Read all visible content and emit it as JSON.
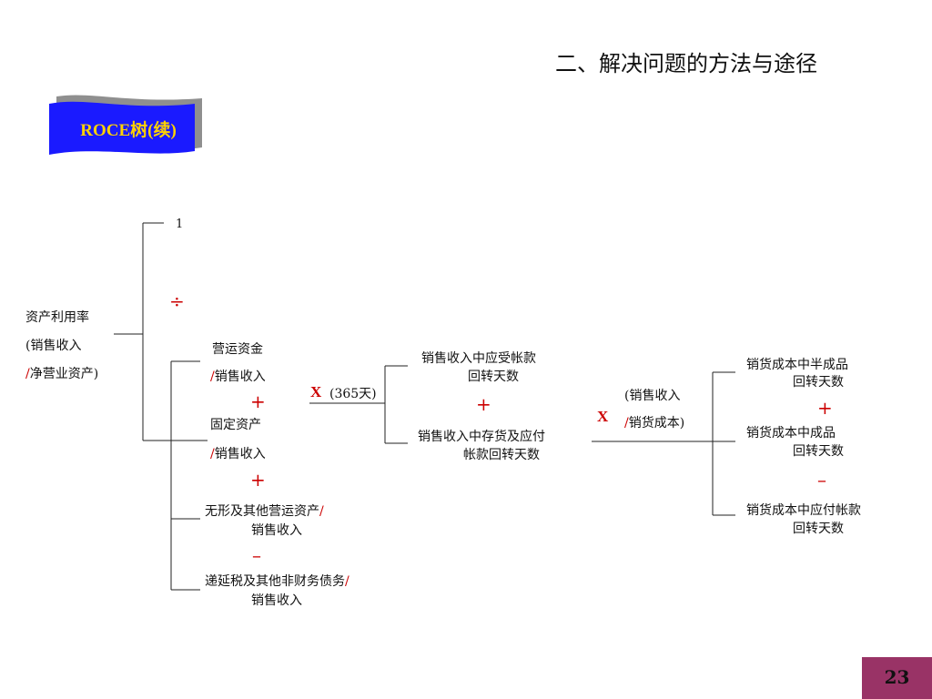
{
  "header": {
    "title": "二、解决问题的方法与途径"
  },
  "banner": {
    "label": "ROCE树(续)"
  },
  "tree": {
    "root": {
      "line1": "资产利用率",
      "line2": "(销售收入",
      "line3_slash": "/",
      "line3": "净营业资产)"
    },
    "top_value": "1",
    "divide_op": "÷",
    "wc": {
      "line1": "营运资金",
      "slash": "/",
      "line2": "销售收入"
    },
    "fa": {
      "line1": "固定资产",
      "slash": "/",
      "line2": "销售收入"
    },
    "intangible": {
      "line1": "无形及其他营运资产",
      "slash": "/",
      "line2": "销售收入"
    },
    "deferred": {
      "line1": "递延税及其他非财务债务",
      "slash": "/",
      "line2": "销售收入"
    },
    "plus": "+",
    "minus": "–",
    "times": "X",
    "days365": "(365天)",
    "ar": {
      "line1": "销售收入中应受帐款",
      "line2": "回转天数"
    },
    "inv_ap": {
      "line1": "销售收入中存货及应付",
      "line2": "帐款回转天数"
    },
    "ratio": {
      "line1": "(销售收入",
      "slash": "/",
      "line2": "销货成本)"
    },
    "wip": {
      "line1": "销货成本中半成品",
      "line2": "回转天数"
    },
    "fg": {
      "line1": "销货成本中成品",
      "line2": "回转天数"
    },
    "ap": {
      "line1": "销货成本中应付帐款",
      "line2": "回转天数"
    }
  },
  "footer": {
    "page": "23"
  },
  "colors": {
    "banner_blue": "#1a1aff",
    "banner_text": "#ffd200",
    "operator_red": "#cc0000",
    "page_box": "#993366"
  }
}
